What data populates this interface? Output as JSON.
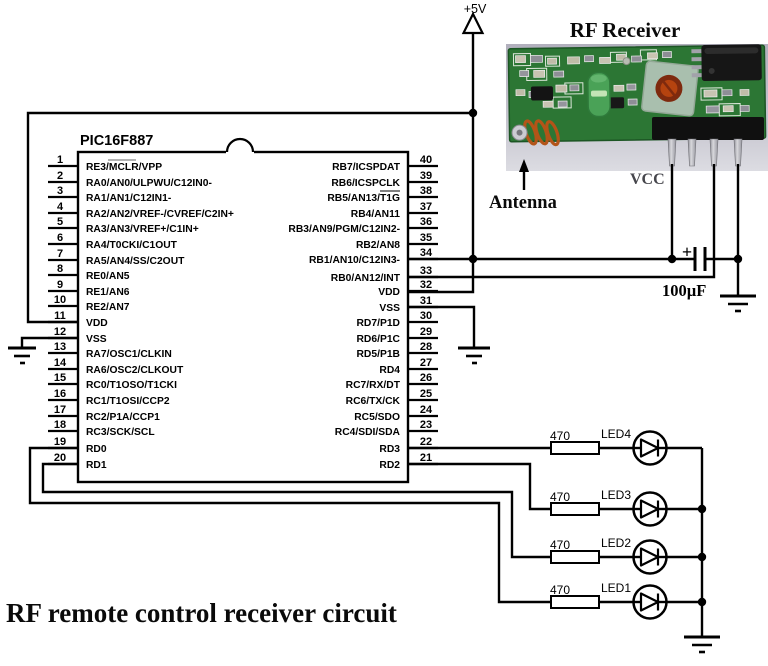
{
  "title": "RF remote control receiver circuit",
  "power_rail": {
    "label": "+5V"
  },
  "chip": {
    "name": "PIC16F887",
    "left_pins": [
      {
        "num": "1",
        "label": "RE3/MCLR/VPP"
      },
      {
        "num": "2",
        "label": "RA0/AN0/ULPWU/C12IN0-"
      },
      {
        "num": "3",
        "label": "RA1/AN1/C12IN1-"
      },
      {
        "num": "4",
        "label": "RA2/AN2/VREF-/CVREF/C2IN+"
      },
      {
        "num": "5",
        "label": "RA3/AN3/VREF+/C1IN+"
      },
      {
        "num": "6",
        "label": "RA4/T0CKI/C1OUT"
      },
      {
        "num": "7",
        "label": "RA5/AN4/SS/C2OUT"
      },
      {
        "num": "8",
        "label": "RE0/AN5"
      },
      {
        "num": "9",
        "label": "RE1/AN6"
      },
      {
        "num": "10",
        "label": "RE2/AN7"
      },
      {
        "num": "11",
        "label": "VDD"
      },
      {
        "num": "12",
        "label": "VSS"
      },
      {
        "num": "13",
        "label": "RA7/OSC1/CLKIN"
      },
      {
        "num": "14",
        "label": "RA6/OSC2/CLKOUT"
      },
      {
        "num": "15",
        "label": "RC0/T1OSO/T1CKI"
      },
      {
        "num": "16",
        "label": "RC1/T1OSI/CCP2"
      },
      {
        "num": "17",
        "label": "RC2/P1A/CCP1"
      },
      {
        "num": "18",
        "label": "RC3/SCK/SCL"
      },
      {
        "num": "19",
        "label": "RD0"
      },
      {
        "num": "20",
        "label": "RD1"
      }
    ],
    "right_pins": [
      {
        "num": "40",
        "label": "RB7/ICSPDAT"
      },
      {
        "num": "39",
        "label": "RB6/ICSPCLK"
      },
      {
        "num": "38",
        "label": "RB5/AN13/T1G"
      },
      {
        "num": "37",
        "label": "RB4/AN11"
      },
      {
        "num": "36",
        "label": "RB3/AN9/PGM/C12IN2-"
      },
      {
        "num": "35",
        "label": "RB2/AN8"
      },
      {
        "num": "34",
        "label": "RB1/AN10/C12IN3-"
      },
      {
        "num": "33",
        "label": "RB0/AN12/INT"
      },
      {
        "num": "32",
        "label": "VDD"
      },
      {
        "num": "31",
        "label": "VSS"
      },
      {
        "num": "30",
        "label": "RD7/P1D"
      },
      {
        "num": "29",
        "label": "RD6/P1C"
      },
      {
        "num": "28",
        "label": "RD5/P1B"
      },
      {
        "num": "27",
        "label": "RD4"
      },
      {
        "num": "26",
        "label": "RC7/RX/DT"
      },
      {
        "num": "25",
        "label": "RC6/TX/CK"
      },
      {
        "num": "24",
        "label": "RC5/SDO"
      },
      {
        "num": "23",
        "label": "RC4/SDI/SDA"
      },
      {
        "num": "22",
        "label": "RD3"
      },
      {
        "num": "21",
        "label": "RD2"
      }
    ]
  },
  "rf_module": {
    "title": "RF Receiver",
    "antenna_label": "Antenna",
    "vcc_label": "VCC",
    "colors": {
      "pcb": "#2c7634",
      "coil_copper": "#b35418",
      "trimmer_screw": "#b5430f"
    }
  },
  "capacitor": {
    "value": "100µF",
    "polarity": "+"
  },
  "led_rows": [
    {
      "resistor": "470",
      "label": "LED4"
    },
    {
      "resistor": "470",
      "label": "LED3"
    },
    {
      "resistor": "470",
      "label": "LED2"
    },
    {
      "resistor": "470",
      "label": "LED1"
    }
  ]
}
